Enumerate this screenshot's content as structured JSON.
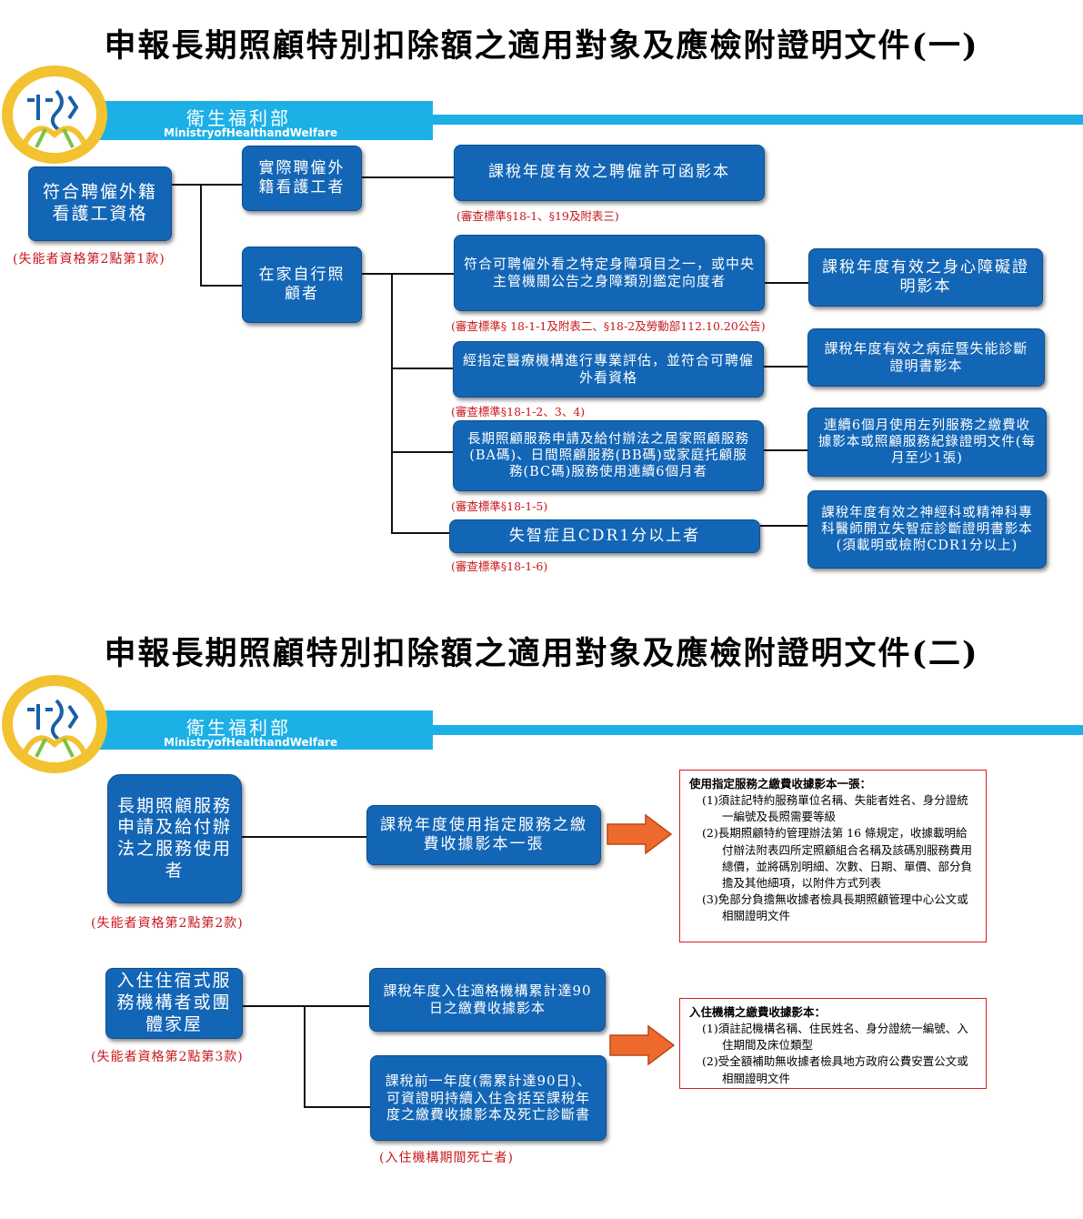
{
  "part1": {
    "title": "申報長期照顧特別扣除額之適用對象及應檢附證明文件(一)",
    "org_name": "衛生福利部",
    "org_en": "MinistryofHealthandWelfare",
    "root": "符合聘僱外籍看護工資格",
    "root_ref": "(失能者資格第2點第1款)",
    "branch_a": "實際聘僱外籍看護工者",
    "branch_a_doc": "課稅年度有效之聘僱許可函影本",
    "branch_a_ref": "(審查標準§18-1、§19及附表三)",
    "branch_b": "在家自行照顧者",
    "items": [
      {
        "cond": "符合可聘僱外看之特定身障項目之一，或中央主管機關公告之身障類別鑑定向度者",
        "ref": "(審查標準§ 18-1-1及附表二、§18-2及勞動部112.10.20公告)",
        "doc": "課稅年度有效之身心障礙證明影本"
      },
      {
        "cond": "經指定醫療機構進行專業評估，並符合可聘僱外看資格",
        "ref": "(審查標準§18-1-2、3、4)",
        "doc": "課稅年度有效之病症暨失能診斷證明書影本"
      },
      {
        "cond": "長期照顧服務申請及給付辦法之居家照顧服務(BA碼)、日間照顧服務(BB碼)或家庭托顧服務(BC碼)服務使用連續6個月者",
        "ref": "(審查標準§18-1-5)",
        "doc": "連續6個月使用左列服務之繳費收據影本或照顧服務紀錄證明文件(每月至少1張)"
      },
      {
        "cond": "失智症且CDR1分以上者",
        "ref": "(審查標準§18-1-6)",
        "doc": "課稅年度有效之神經科或精神科專科醫師開立失智症診斷證明書影本(須載明或檢附CDR1分以上)"
      }
    ]
  },
  "part2": {
    "title": "申報長期照顧特別扣除額之適用對象及應檢附證明文件(二)",
    "org_name": "衛生福利部",
    "org_en": "MinistryofHealthandWelfare",
    "group1": {
      "root": "長期照顧服務申請及給付辦法之服務使用者",
      "root_ref": "(失能者資格第2點第2款)",
      "doc": "課稅年度使用指定服務之繳費收據影本一張",
      "note_title": "使用指定服務之繳費收據影本一張：",
      "note_items": [
        "(1)須註記特約服務單位名稱、失能者姓名、身分證統一編號及長照需要等級",
        "(2)長期照顧特約管理辦法第 16 條規定，收據載明給付辦法附表四所定照顧組合名稱及該碼別服務費用總價，並將碼別明細、次數、日期、單價、部分負擔及其他細項，以附件方式列表",
        "(3)免部分負擔無收據者檢具長期照顧管理中心公文或相關證明文件"
      ]
    },
    "group2": {
      "root": "入住住宿式服務機構者或團體家屋",
      "root_ref": "(失能者資格第2點第3款)",
      "doc1": "課稅年度入住適格機構累計達90日之繳費收據影本",
      "doc2": "課稅前一年度(需累計達90日)、可資證明持續入住含括至課稅年度之繳費收據影本及死亡診斷書",
      "doc2_ref": "(入住機構期間死亡者)",
      "note_title": "入住機構之繳費收據影本：",
      "note_items": [
        "(1)須註記機構名稱、住民姓名、身分證統一編號、入住期間及床位類型",
        "(2)受全額補助無收據者檢具地方政府公費安置公文或相關證明文件"
      ]
    }
  },
  "colors": {
    "box_blue": "#1366b6",
    "banner_cyan": "#1cb0e6",
    "ref_red": "#c8171d",
    "arrow_orange": "#ee6a2c"
  }
}
